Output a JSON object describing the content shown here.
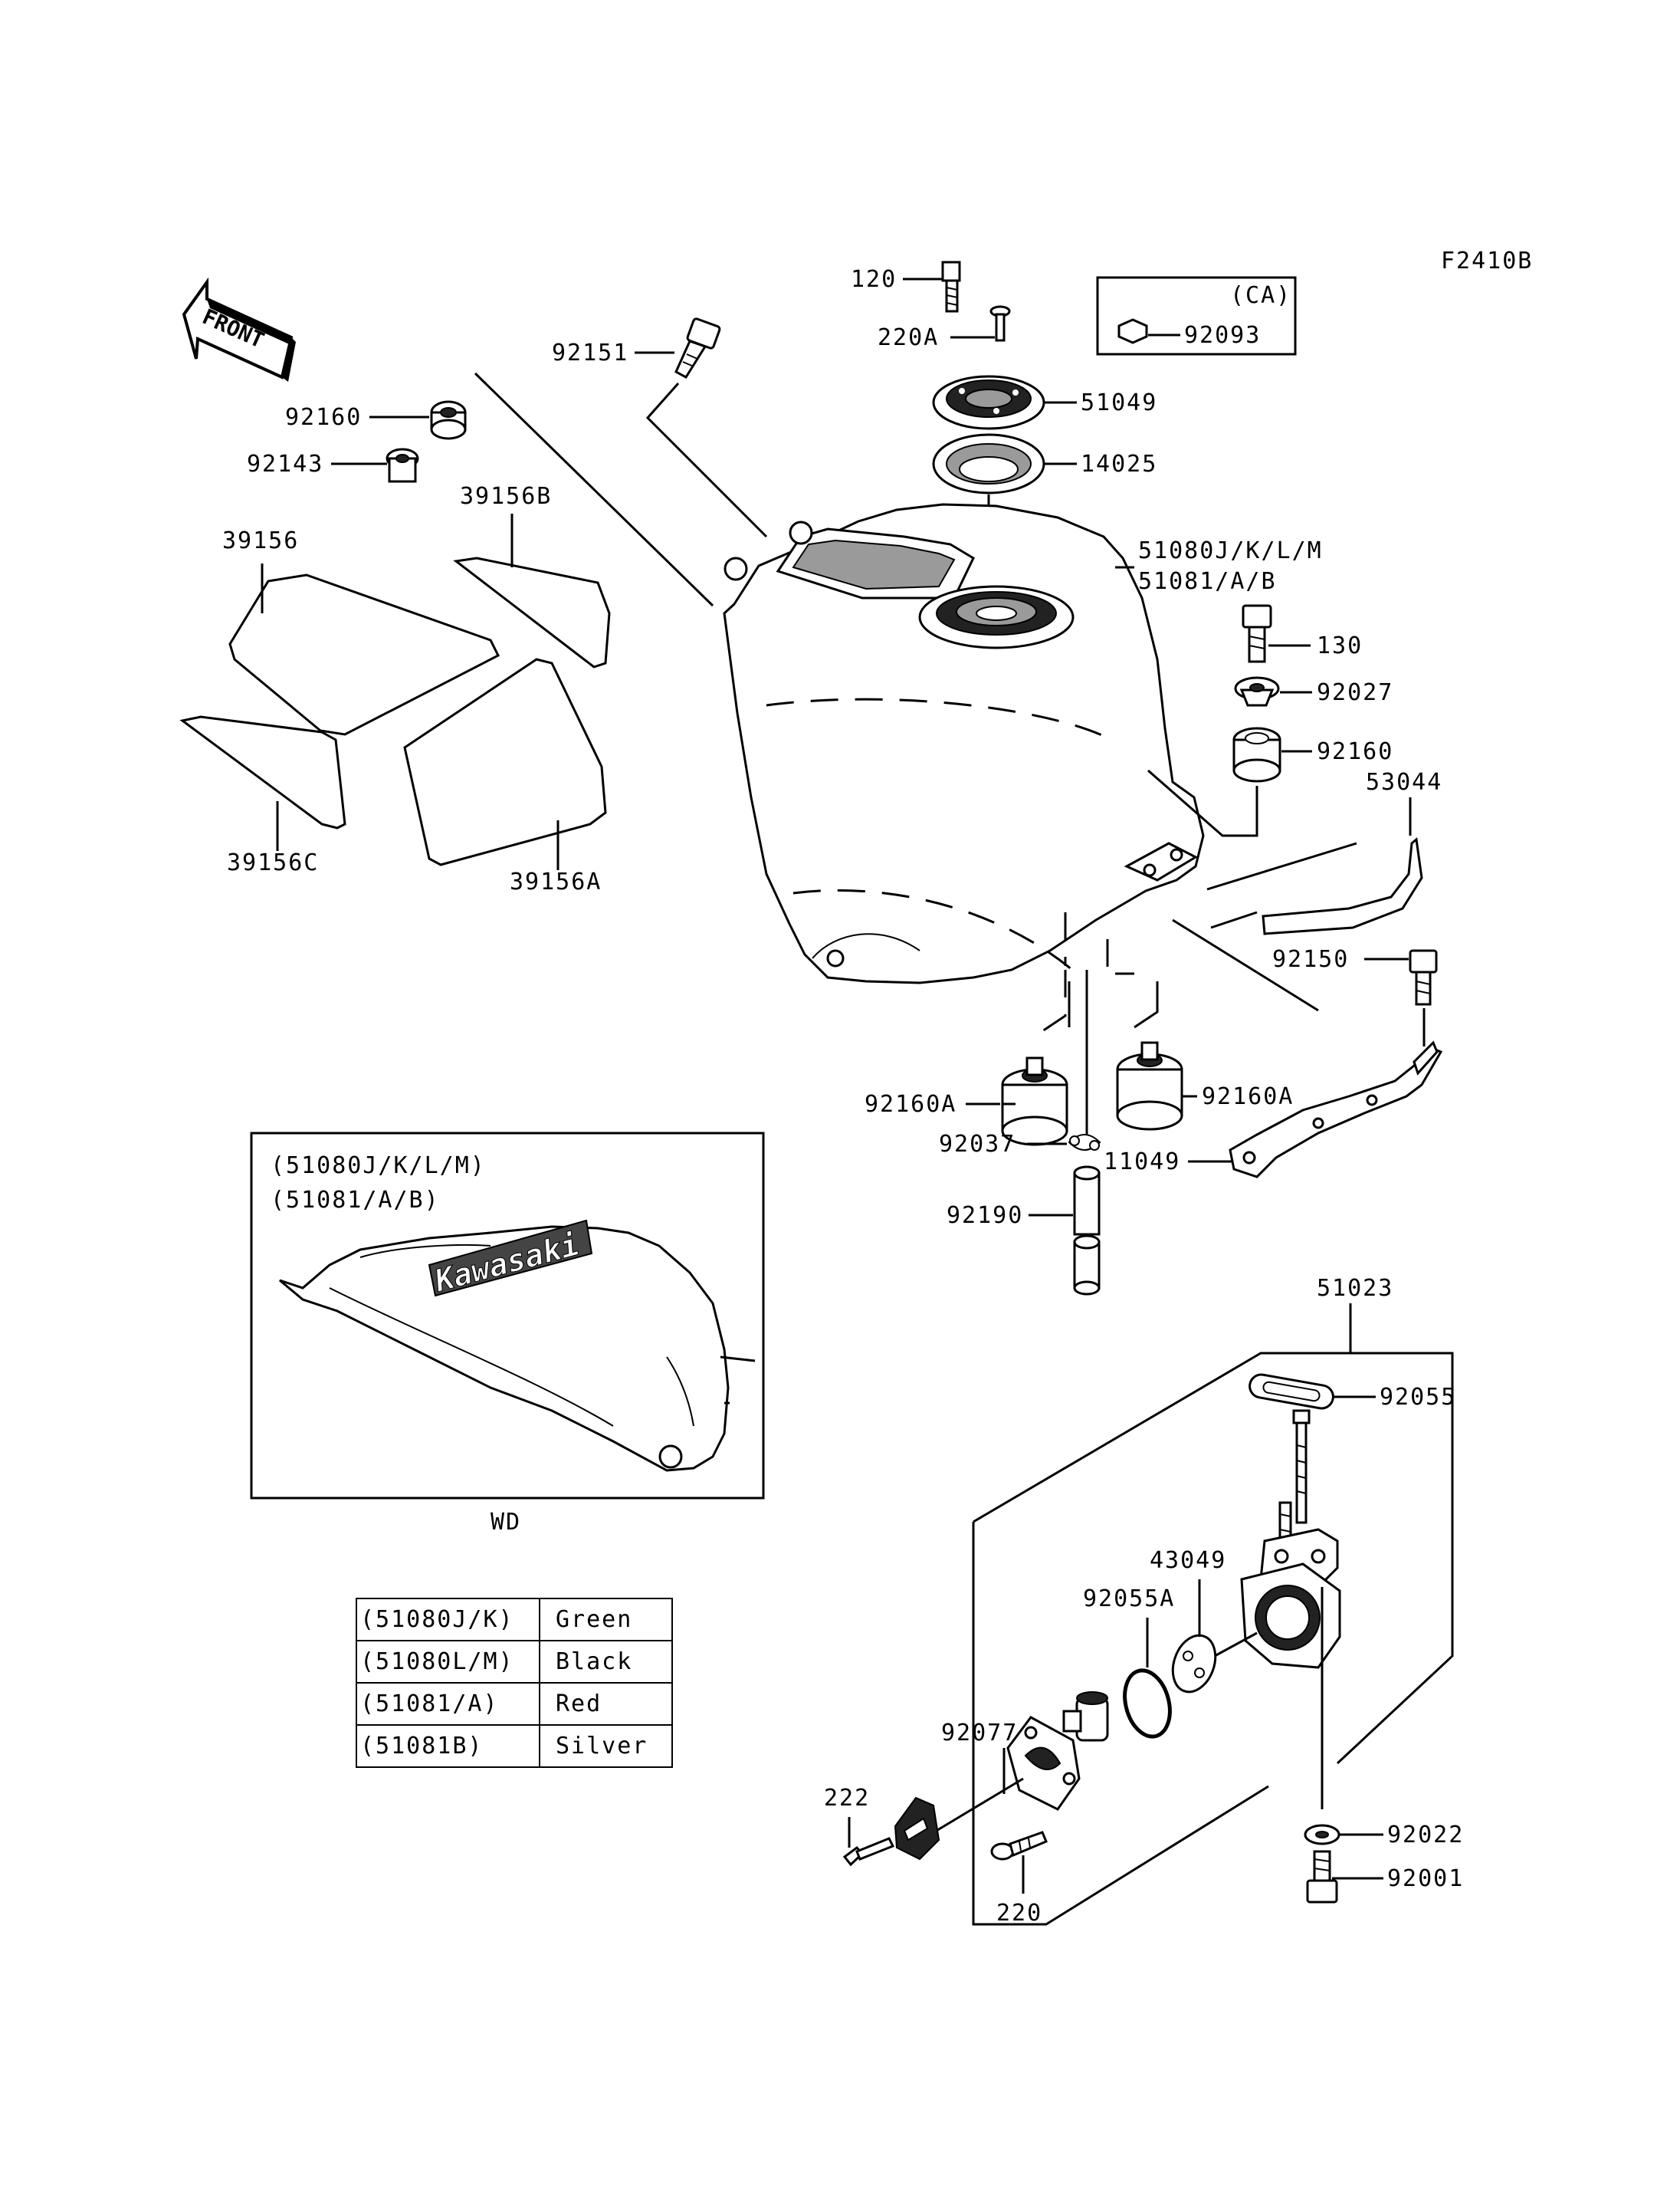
{
  "diagram_code": "F2410B",
  "front_arrow": "FRONT",
  "ca_box": {
    "tag": "(CA)",
    "part": "92093"
  },
  "labels": {
    "p120": "120",
    "p220A": "220A",
    "p51049": "51049",
    "p14025": "14025",
    "p92151": "92151",
    "p92160_top": "92160",
    "p92143": "92143",
    "p39156B": "39156B",
    "p39156": "39156",
    "p39156C": "39156C",
    "p39156A": "39156A",
    "tank_line1": "51080J/K/L/M",
    "tank_line2": "51081/A/B",
    "p130": "130",
    "p92027": "92027",
    "p92160_right": "92160",
    "p53044": "53044",
    "p92150": "92150",
    "p92160A_left": "92160A",
    "p92160A_right": "92160A",
    "p92037": "92037",
    "p11049": "11049",
    "p92190": "92190",
    "p51023": "51023",
    "p92055": "92055",
    "p43049": "43049",
    "p92055A": "92055A",
    "p92077": "92077",
    "p222": "222",
    "p220": "220",
    "p92022": "92022",
    "p92001": "92001"
  },
  "inset": {
    "line1": "(51080J/K/L/M)",
    "line2": "(51081/A/B)",
    "logo": "Kawasaki",
    "caption": "WD"
  },
  "color_table": [
    {
      "part": "(51080J/K)",
      "color": "Green"
    },
    {
      "part": "(51080L/M)",
      "color": "Black"
    },
    {
      "part": "(51081/A)",
      "color": "Red"
    },
    {
      "part": "(51081B)",
      "color": "Silver"
    }
  ]
}
